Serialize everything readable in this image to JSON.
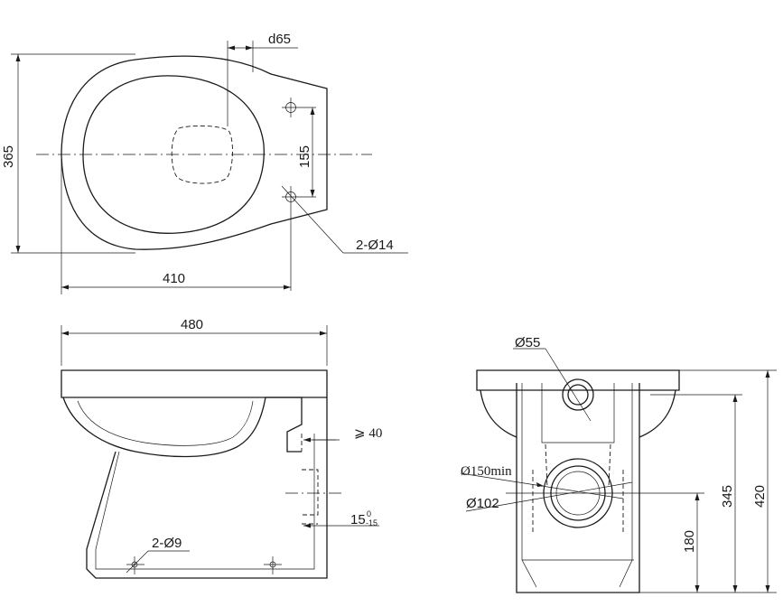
{
  "dimensions": {
    "outlet_offset": "d65",
    "plan_depth": "365",
    "fixing_spacing": "155",
    "plan_fixing_holes": "2-Ø14",
    "plan_length": "410",
    "side_length": "480",
    "min_clearance": "⩾ 40",
    "outlet_angle": "15",
    "outlet_angle_sup": "0",
    "outlet_angle_sub": "-15",
    "floor_fixing_holes": "2-Ø9",
    "inlet_diameter": "Ø55",
    "outlet_min_diameter": "Ø150min",
    "outlet_diameter": "Ø102",
    "rim_height": "345",
    "overall_height": "420",
    "outlet_height": "180"
  }
}
